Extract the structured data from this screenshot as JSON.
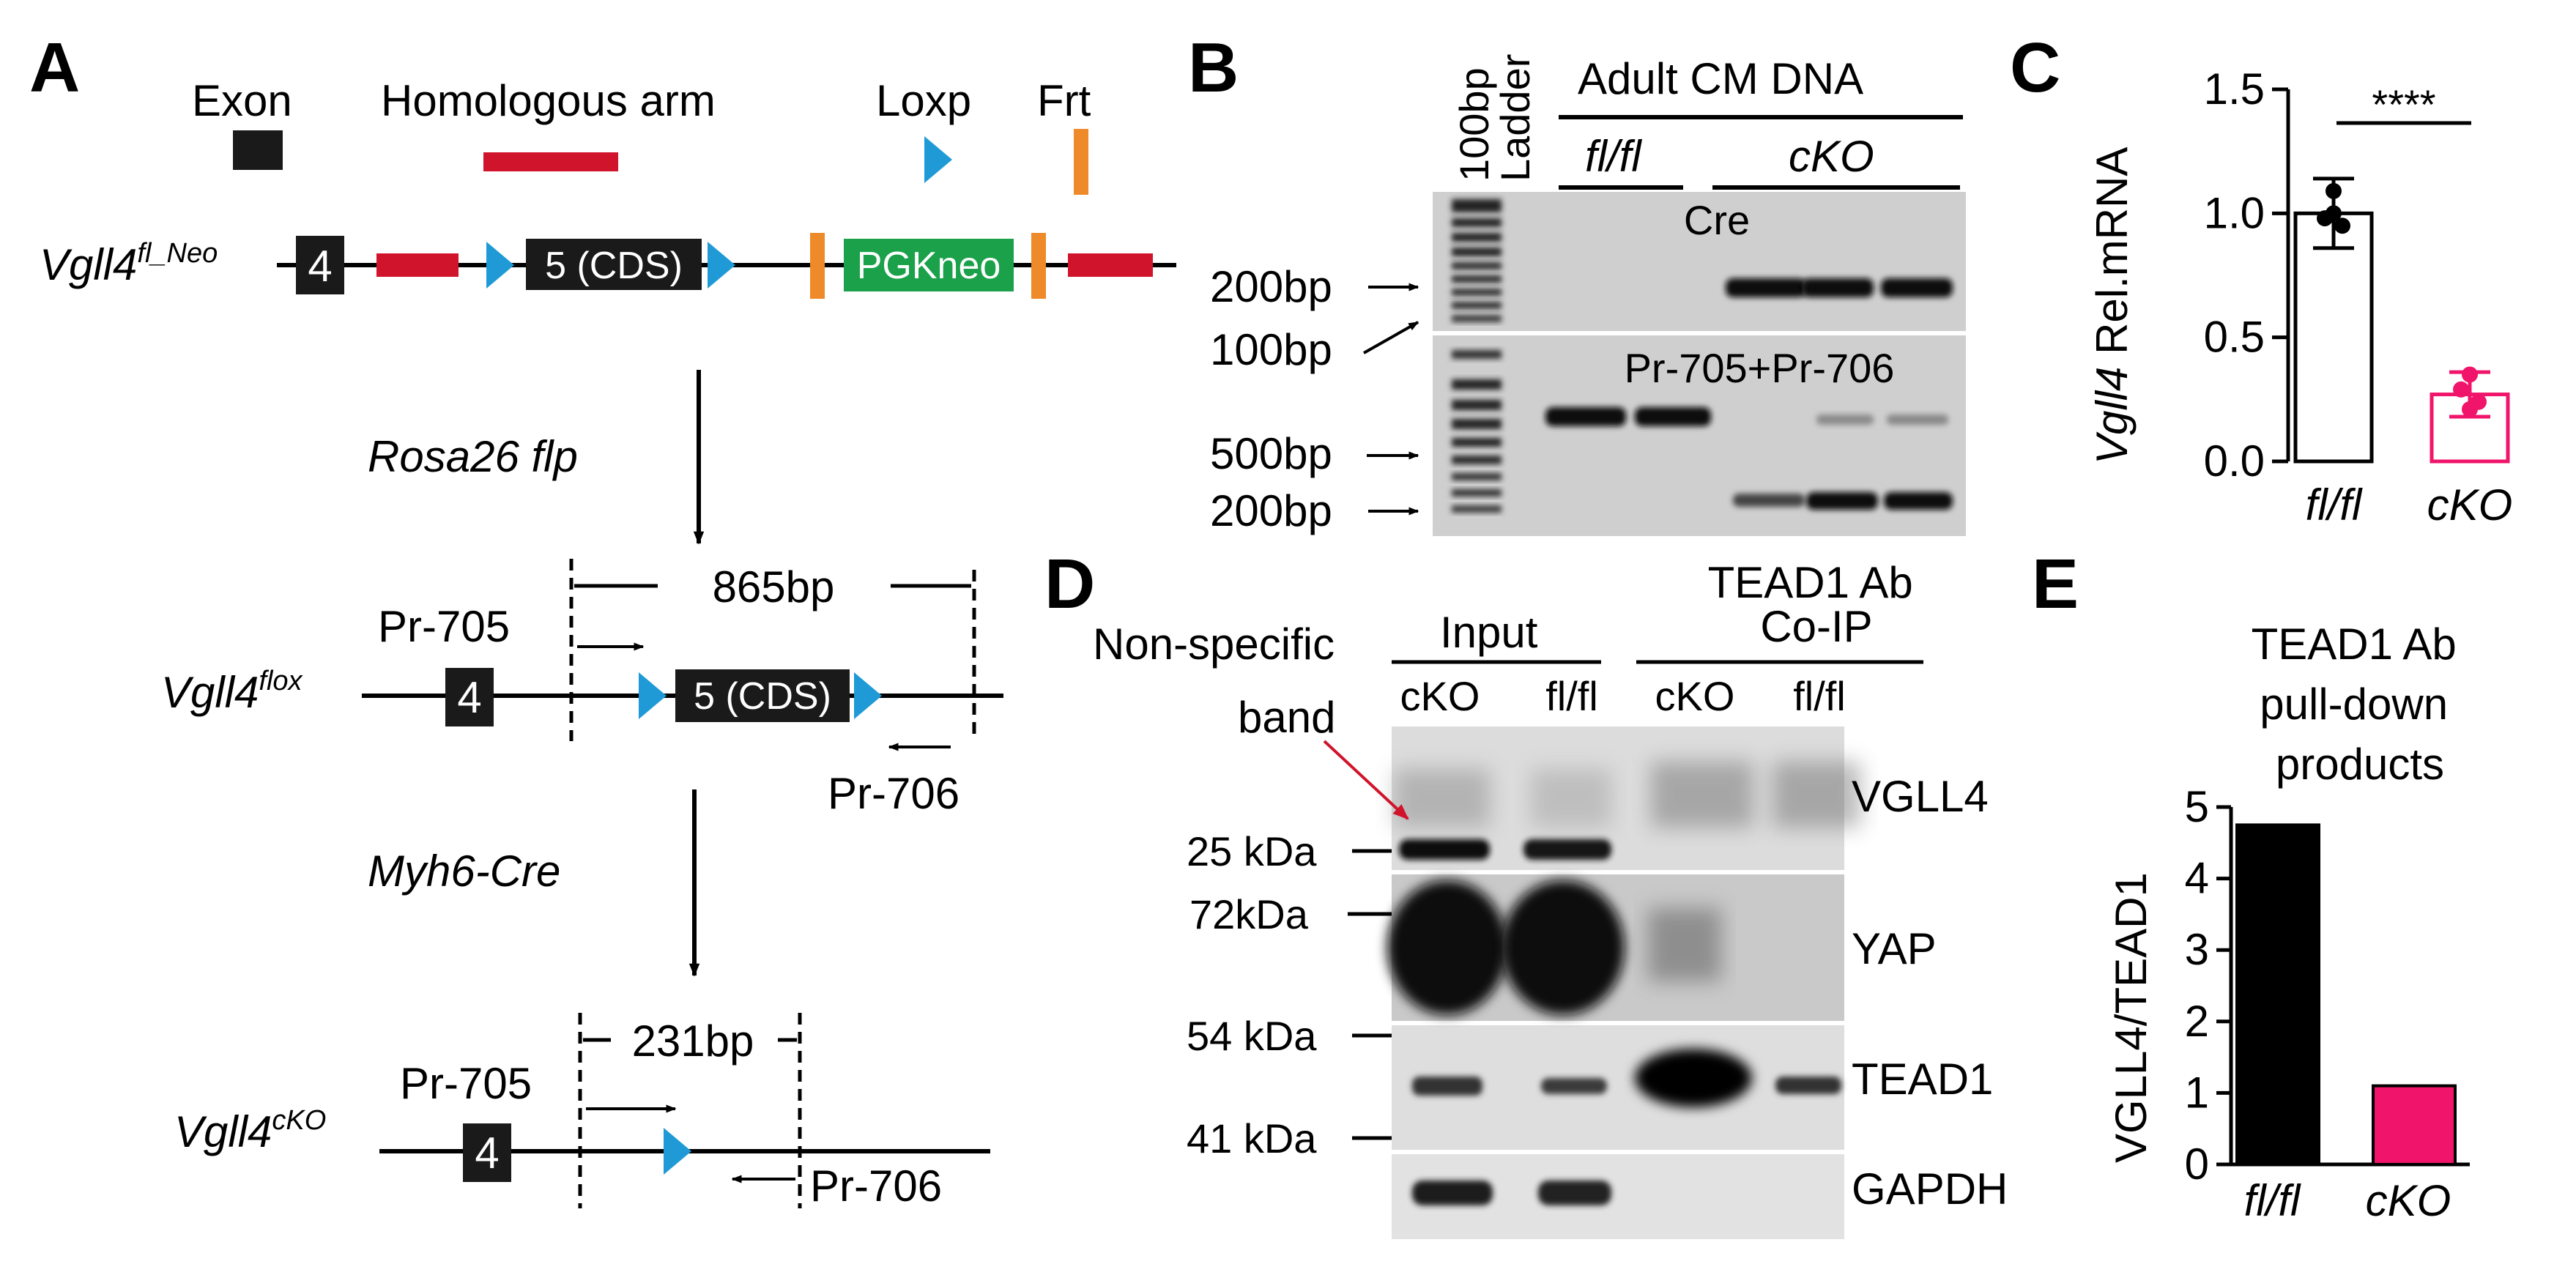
{
  "panels": {
    "a": "A",
    "b": "B",
    "c": "C",
    "d": "D",
    "e": "E"
  },
  "panel_a": {
    "legend": {
      "exon": "Exon",
      "arm": "Homologous arm",
      "loxp": "Loxp",
      "frt": "Frt"
    },
    "allele1": {
      "name": "Vgll4",
      "sup": "fl_Neo",
      "exon4": "4",
      "exon5": "5 (CDS)",
      "neo": "PGKneo"
    },
    "step1": "Rosa26 flp",
    "allele2": {
      "name": "Vgll4",
      "sup": "flox",
      "exon4": "4",
      "exon5": "5 (CDS)",
      "size": "865bp",
      "primer_f": "Pr-705",
      "primer_r": "Pr-706"
    },
    "step2": "Myh6-Cre",
    "allele3": {
      "name": "Vgll4",
      "sup": "cKO",
      "exon4": "4",
      "size": "231bp",
      "primer_f": "Pr-705",
      "primer_r": "Pr-706"
    },
    "colors": {
      "exon": "#1a1a1a",
      "arm": "#d0142c",
      "loxp": "#1f9ad6",
      "frt": "#ee8a2a",
      "neo": "#1aa14a"
    }
  },
  "panel_b": {
    "ladder": "100bp Ladder",
    "header": "Adult CM DNA",
    "groups": [
      "fl/fl",
      "cKO"
    ],
    "gel1_label": "Cre",
    "gel2_label": "Pr-705+Pr-706",
    "markers": [
      "200bp",
      "100bp",
      "500bp",
      "200bp"
    ]
  },
  "panel_c": {
    "ylabel_italic": "Vgll4",
    "ylabel_rest": " Rel.mRNA",
    "significance": "****",
    "chart_data": {
      "type": "bar",
      "categories": [
        "fl/fl",
        "cKO"
      ],
      "values": [
        1.0,
        0.27
      ],
      "errors": [
        0.14,
        0.09
      ],
      "points": [
        [
          1.09,
          0.98,
          0.95,
          1.0
        ],
        [
          0.35,
          0.29,
          0.24,
          0.21
        ]
      ],
      "ylim": [
        0,
        1.5
      ],
      "yticks": [
        "0.0",
        "0.5",
        "1.0",
        "1.5"
      ],
      "colors": [
        "#000000",
        "#f0146a"
      ]
    }
  },
  "panel_d": {
    "nonspecific": "Non-specific band",
    "input": "Input",
    "coip": "TEAD1 Ab Co-IP",
    "lanes": [
      "cKO",
      "fl/fl",
      "cKO",
      "fl/fl"
    ],
    "mw": [
      "25 kDa",
      "72kDa",
      "54 kDa",
      "41 kDa"
    ],
    "proteins": [
      "VGLL4",
      "YAP",
      "TEAD1",
      "GAPDH"
    ]
  },
  "panel_e": {
    "title": "TEAD1 Ab pull-down products",
    "ylabel": "VGLL4/TEAD1",
    "chart_data": {
      "type": "bar",
      "categories": [
        "fl/fl",
        "cKO"
      ],
      "values": [
        4.75,
        1.1
      ],
      "ylim": [
        0,
        5
      ],
      "yticks": [
        "0",
        "1",
        "2",
        "3",
        "4",
        "5"
      ],
      "colors": [
        "#000000",
        "#f0146a"
      ]
    }
  }
}
